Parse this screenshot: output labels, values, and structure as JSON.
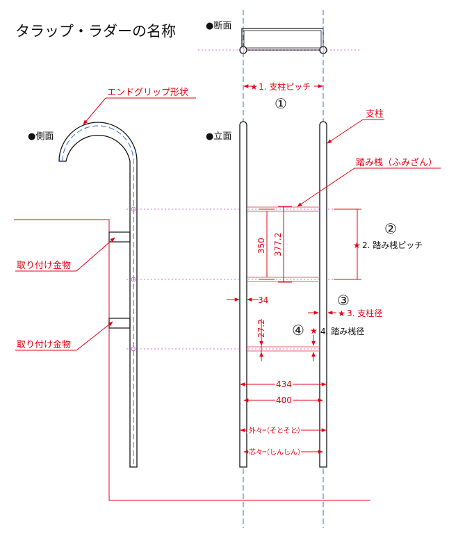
{
  "title": "タラップ・ラダーの名称",
  "views": {
    "section": "●断面",
    "side": "●側面",
    "elevation": "●立面"
  },
  "labels": {
    "end_grip": "エンドグリップ形状",
    "post": "支柱",
    "rung": "踏み桟（ふみざん）",
    "fitting_1": "取り付け金物",
    "fitting_2": "取り付け金物"
  },
  "items": {
    "n1": "①",
    "n2": "②",
    "n3": "③",
    "n4": "④",
    "item1": "1. 支柱ピッチ",
    "item2": "2. 踏み桟ピッチ",
    "item3": "3. 支柱径",
    "item4": "4. 踏み桟径"
  },
  "dims": {
    "d350": "350",
    "d377": "377.2",
    "d34": "34",
    "d272": "27.2",
    "d434": "434",
    "d400": "400",
    "outer": "外々（そとそと）",
    "center": "芯々（しんしん）"
  },
  "colors": {
    "accent": "#e60012",
    "outline": "#111111",
    "centerline": "#2a6fd6",
    "guide": "#cc44cc"
  }
}
